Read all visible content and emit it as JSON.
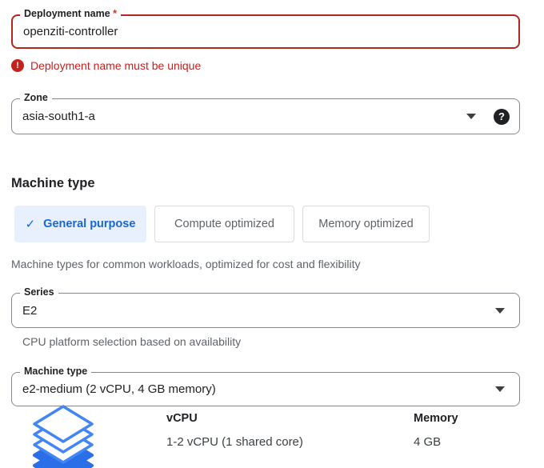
{
  "colors": {
    "error_text": "#c5221f",
    "error_border": "#b3261e",
    "field_border": "#85898e",
    "selected_tab_bg": "#e8f0fe",
    "selected_tab_text": "#1967d2",
    "help_icon_bg": "#202124",
    "layers_icon_outline": "#4285f4",
    "layers_icon_fill": "#2a6fe8"
  },
  "form": {
    "deployment": {
      "label": "Deployment name",
      "required_marker": "*",
      "value": "openziti-controller",
      "error": {
        "icon": "!",
        "message": "Deployment name must be unique"
      }
    },
    "zone": {
      "label": "Zone",
      "value": "asia-south1-a",
      "help_icon": "?"
    },
    "machine_type_section": {
      "heading": "Machine type",
      "tabs": [
        {
          "label": "General purpose",
          "selected": true,
          "check_icon": "✓"
        },
        {
          "label": "Compute optimized",
          "selected": false
        },
        {
          "label": "Memory optimized",
          "selected": false
        }
      ],
      "description": "Machine types for common workloads, optimized for cost and flexibility"
    },
    "series": {
      "label": "Series",
      "value": "E2",
      "helper": "CPU platform selection based on availability"
    },
    "machine_type": {
      "label": "Machine type",
      "value": "e2-medium (2 vCPU, 4 GB memory)"
    }
  },
  "specs": {
    "icon": "machine-family-layers-icon",
    "columns": [
      {
        "header": "vCPU",
        "value": "1-2 vCPU (1 shared core)"
      },
      {
        "header": "Memory",
        "value": "4 GB"
      }
    ]
  }
}
